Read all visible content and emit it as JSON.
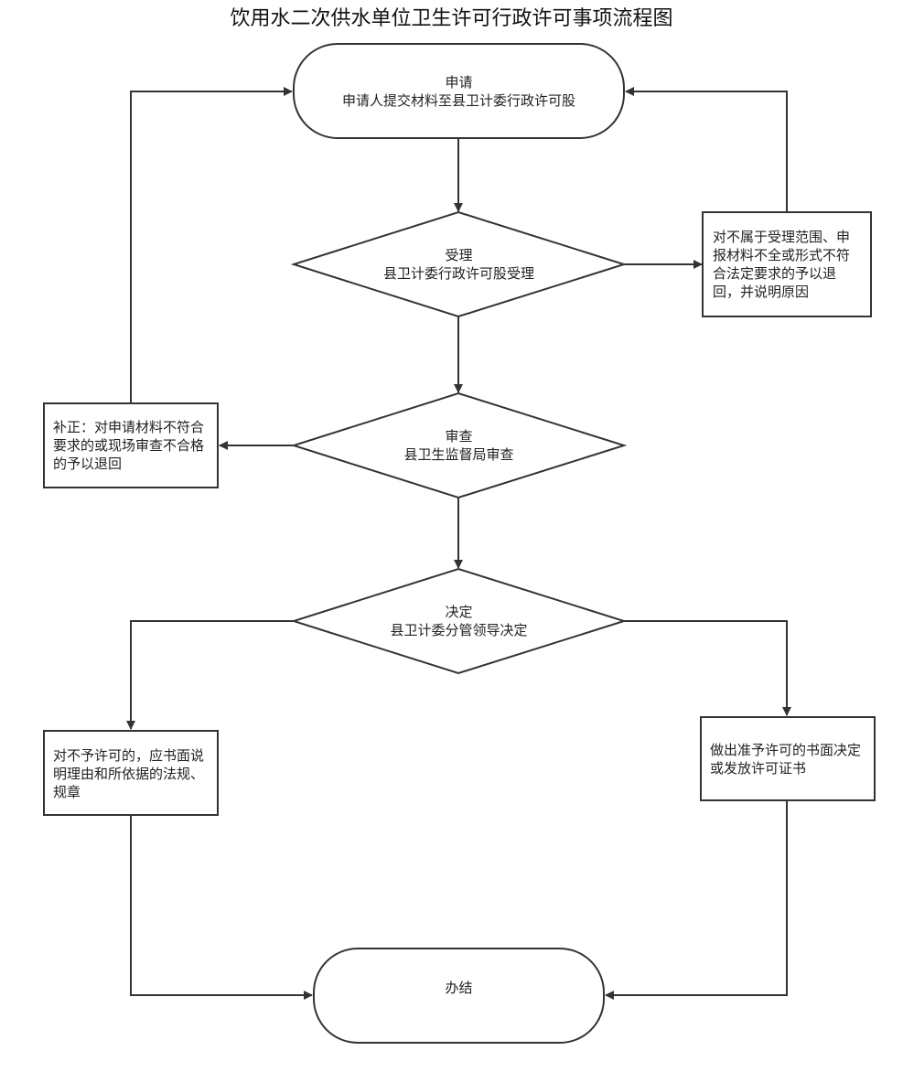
{
  "title": "饮用水二次供水单位卫生许可行政许可事项流程图",
  "colors": {
    "stroke": "#333333",
    "fill": "#ffffff",
    "text": "#222222"
  },
  "nodes": {
    "apply": {
      "heading": "申请",
      "detail": "申请人提交材料至县卫计委行政许可股"
    },
    "accept": {
      "heading": "受理",
      "detail": "县卫计委行政许可股受理"
    },
    "reject_scope": {
      "text": "对不属于受理范围、申报材料不全或形式不符合法定要求的予以退回，并说明原因"
    },
    "review": {
      "heading": "审查",
      "detail": "县卫生监督局审查"
    },
    "supplement": {
      "text": "补正：对申请材料不符合要求的或现场审查不合格的予以退回"
    },
    "decide": {
      "heading": "决定",
      "detail": "县卫计委分管领导决定"
    },
    "deny": {
      "text": "对不予许可的，应书面说明理由和所依据的法规、规章"
    },
    "grant": {
      "text": "做出准予许可的书面决定或发放许可证书"
    },
    "done": {
      "text": "办结"
    }
  }
}
